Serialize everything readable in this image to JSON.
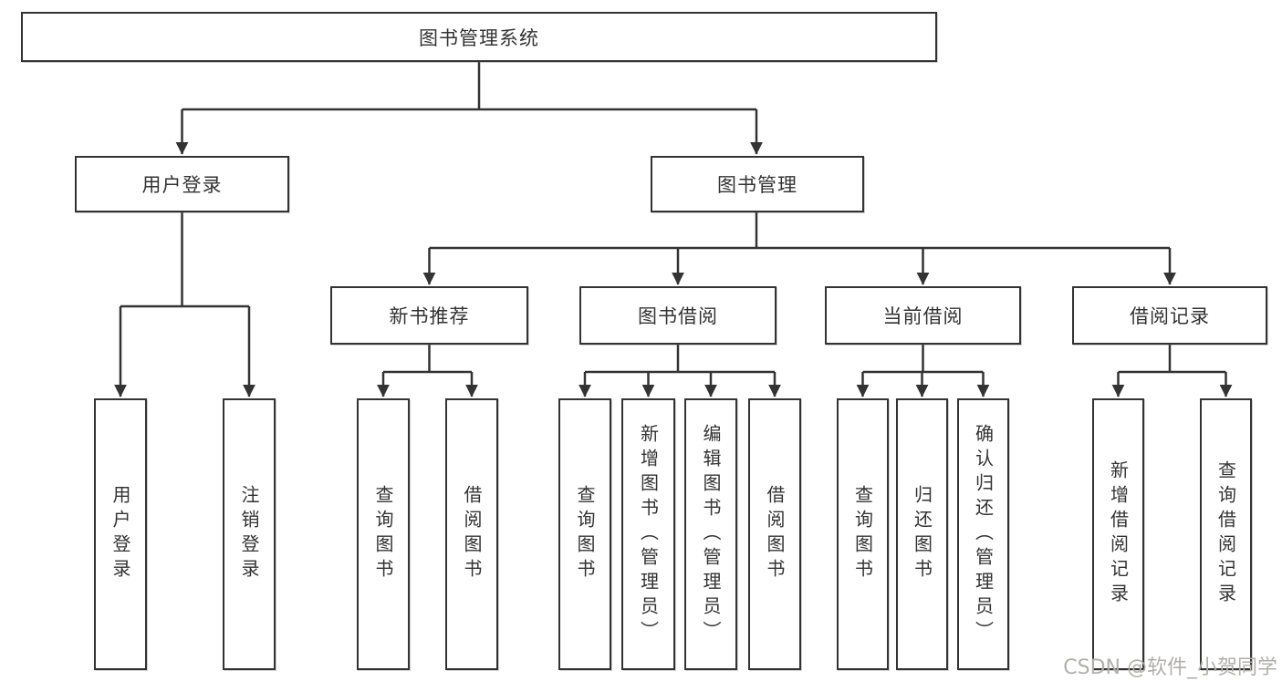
{
  "diagram_type": "hierarchy-flowchart",
  "colors": {
    "line": "#333333",
    "box_border": "#333333",
    "box_fill": "#ffffff",
    "text": "#333333",
    "background": "#ffffff",
    "watermark_text": "#b1afac"
  },
  "tree": {
    "root": {
      "label": "图书管理系统"
    },
    "branches": [
      {
        "label": "用户登录",
        "children": [
          {
            "label": "用户登录"
          },
          {
            "label": "注销登录"
          }
        ]
      },
      {
        "label": "图书管理",
        "children": [
          {
            "label": "新书推荐",
            "children": [
              {
                "label": "查询图书"
              },
              {
                "label": "借阅图书"
              }
            ]
          },
          {
            "label": "图书借阅",
            "children": [
              {
                "label": "查询图书"
              },
              {
                "label": "新增图书（管理员）"
              },
              {
                "label": "编辑图书（管理员）"
              },
              {
                "label": "借阅图书"
              }
            ]
          },
          {
            "label": "当前借阅",
            "children": [
              {
                "label": "查询图书"
              },
              {
                "label": "归还图书"
              },
              {
                "label": "确认归还（管理员）"
              }
            ]
          },
          {
            "label": "借阅记录",
            "children": [
              {
                "label": "新增借阅记录"
              },
              {
                "label": "查询借阅记录"
              }
            ]
          }
        ]
      }
    ]
  },
  "watermark": {
    "text": "CSDN @软件_小贺同学"
  }
}
